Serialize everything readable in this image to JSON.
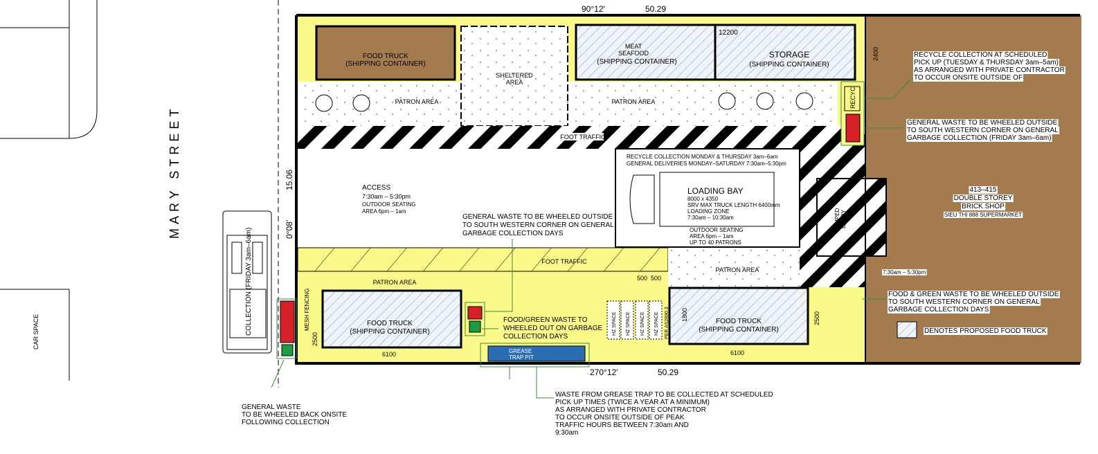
{
  "colors": {
    "yellow": "#fbf98a",
    "brown": "#a47a4f",
    "container_hatch": "#9fb7cc",
    "red": "#d42027",
    "green": "#1f9a45",
    "blue": "#2b6cb3",
    "leader": "#3b8a3b"
  },
  "street": {
    "name": "MARY STREET",
    "car_space": "CAR SPACE"
  },
  "dimensions": {
    "top_bearing": "90°12'",
    "top_length": "50.29",
    "side_length": "15.06",
    "side_bearing": "0°08'",
    "bottom_bearing": "270°12'",
    "bottom_length": "50.29",
    "container_length": "12200",
    "height_2400": "2400",
    "left_2500": "2500",
    "left_6100": "6100",
    "right_1800": "1800",
    "right_2500": "2500",
    "right_6100": "6100",
    "hz_500a": "500",
    "hz_500b": "500"
  },
  "areas": {
    "food_truck_top": [
      "FOOD TRUCK",
      "(SHIPPING CONTAINER)"
    ],
    "sheltered": [
      "SHELTERED",
      "AREA"
    ],
    "meat": [
      "MEAT",
      "SEAFOOD",
      "(SHIPPING CONTAINER)"
    ],
    "storage": [
      "STORAGE",
      "(SHIPPING CONTAINER)"
    ],
    "patron_area": "PATRON AREA",
    "foot_traffic": "FOOT TRAFFIC",
    "recycle_bin": "RECYC",
    "access": [
      "ACCESS",
      "7:30am – 5:30pm",
      "OUTDOOR SEATING",
      "AREA 6pm – 1am"
    ],
    "loading_bay": {
      "top": [
        "RECYCLE COLLECTION MONDAY & THURSDAY 3am–6am",
        "GENERAL DELIVERIES MONDAY–SATURDAY 7:30am–5:30pm"
      ],
      "title": "LOADING BAY",
      "lines": [
        "8000 x 4350",
        "SRV MAX TRUCK LENGTH 6400mm",
        "LOADING ZONE",
        "7:30am – 10:30am"
      ],
      "bottom": [
        "OUTDOOR SEATING",
        "AREA 6pm – 1am",
        "UP TO 40 PATRONS"
      ]
    },
    "ramped_entry": [
      "RAMPED",
      "ENTRY"
    ],
    "food_truck_left": [
      "FOOD TRUCK",
      "(SHIPPING CONTAINER)"
    ],
    "food_truck_right": [
      "FOOD TRUCK",
      "(SHIPPING CONTAINER)"
    ],
    "mesh_fencing": "MESH FENCING",
    "hz_space": "HZ SPACE",
    "per_as": "PER AS2890.3",
    "grease_trap": [
      "GREASE",
      "TRAP PIT"
    ],
    "shop": [
      "413–415",
      "DOUBLE STOREY",
      "BRICK SHOP",
      "SIEU THI 888 SUPERMARKET"
    ],
    "shop_hours": "7:30am – 5:30pm",
    "truck_collection": "COLLECTION (FRIDAY 3am–6am)"
  },
  "notes": {
    "recycle": [
      "RECYCLE COLLECTION AT SCHEDULED",
      "PICK UP (TUESDAY & THURSDAY 3am–5am)",
      "AS ARRANGED WITH PRIVATE CONTRACTOR",
      "TO OCCUR ONSITE OUTSIDE OF"
    ],
    "general_right": [
      "GENERAL WASTE TO BE WHEELED OUTSIDE",
      "TO SOUTH WESTERN CORNER ON GENERAL",
      "GARBAGE COLLECTION (FRIDAY 3am–6am)"
    ],
    "general_mid": [
      "GENERAL WASTE TO BE WHEELED OUTSIDE",
      "TO SOUTH WESTERN CORNER ON GENERAL",
      "GARBAGE COLLECTION DAYS"
    ],
    "food_green_mid": [
      "FOOD/GREEN WASTE TO",
      "WHEELED OUT ON GARBAGE",
      "COLLECTION DAYS"
    ],
    "food_green_right": [
      "FOOD & GREEN WASTE TO BE WHEELED OUTSIDE",
      "TO SOUTH WESTERN CORNER ON GENERAL",
      "GARBAGE COLLECTION DAYS"
    ],
    "grease": [
      "WASTE FROM GREASE TRAP TO BE COLLECTED AT SCHEDULED",
      "PICK UP TIMES (TWICE A YEAR AT A MINIMUM)",
      "AS ARRANGED WITH PRIVATE CONTRACTOR",
      "TO OCCUR ONSITE OUTSIDE OF PEAK",
      "TRAFFIC HOURS BETWEEN 7:30am AND",
      "9:30am"
    ],
    "general_back": [
      "GENERAL WASTE",
      "TO BE WHEELED BACK ONSITE",
      "FOLLOWING COLLECTION"
    ]
  },
  "legend": {
    "label": "DENOTES PROPOSED FOOD TRUCK"
  }
}
